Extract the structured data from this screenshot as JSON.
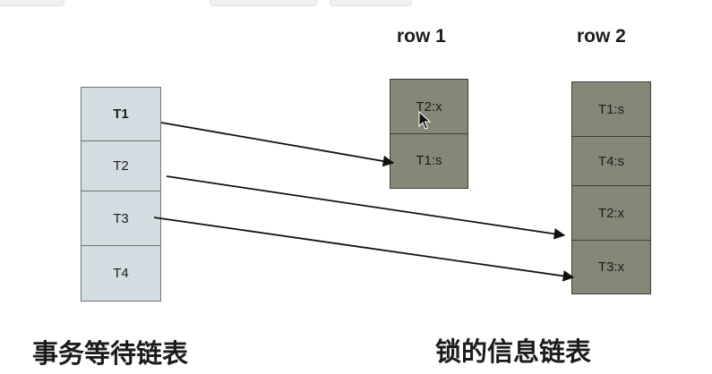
{
  "headers": {
    "row1": "row 1",
    "row2": "row 2"
  },
  "transaction_chain": {
    "caption": "事务等待链表",
    "items": [
      "T1",
      "T2",
      "T3",
      "T4"
    ]
  },
  "lock_chain": {
    "caption": "锁的信息链表",
    "row1_items": [
      "T2:x",
      "T1:s"
    ],
    "row2_items": [
      "T1:s",
      "T4:s",
      "T2:x",
      "T3:x"
    ]
  },
  "colors": {
    "transaction_fill": "#d4dde1",
    "lock_fill": "#858876",
    "arrow": "#111111"
  },
  "icons": {
    "pointer": "mouse-pointer-icon"
  }
}
